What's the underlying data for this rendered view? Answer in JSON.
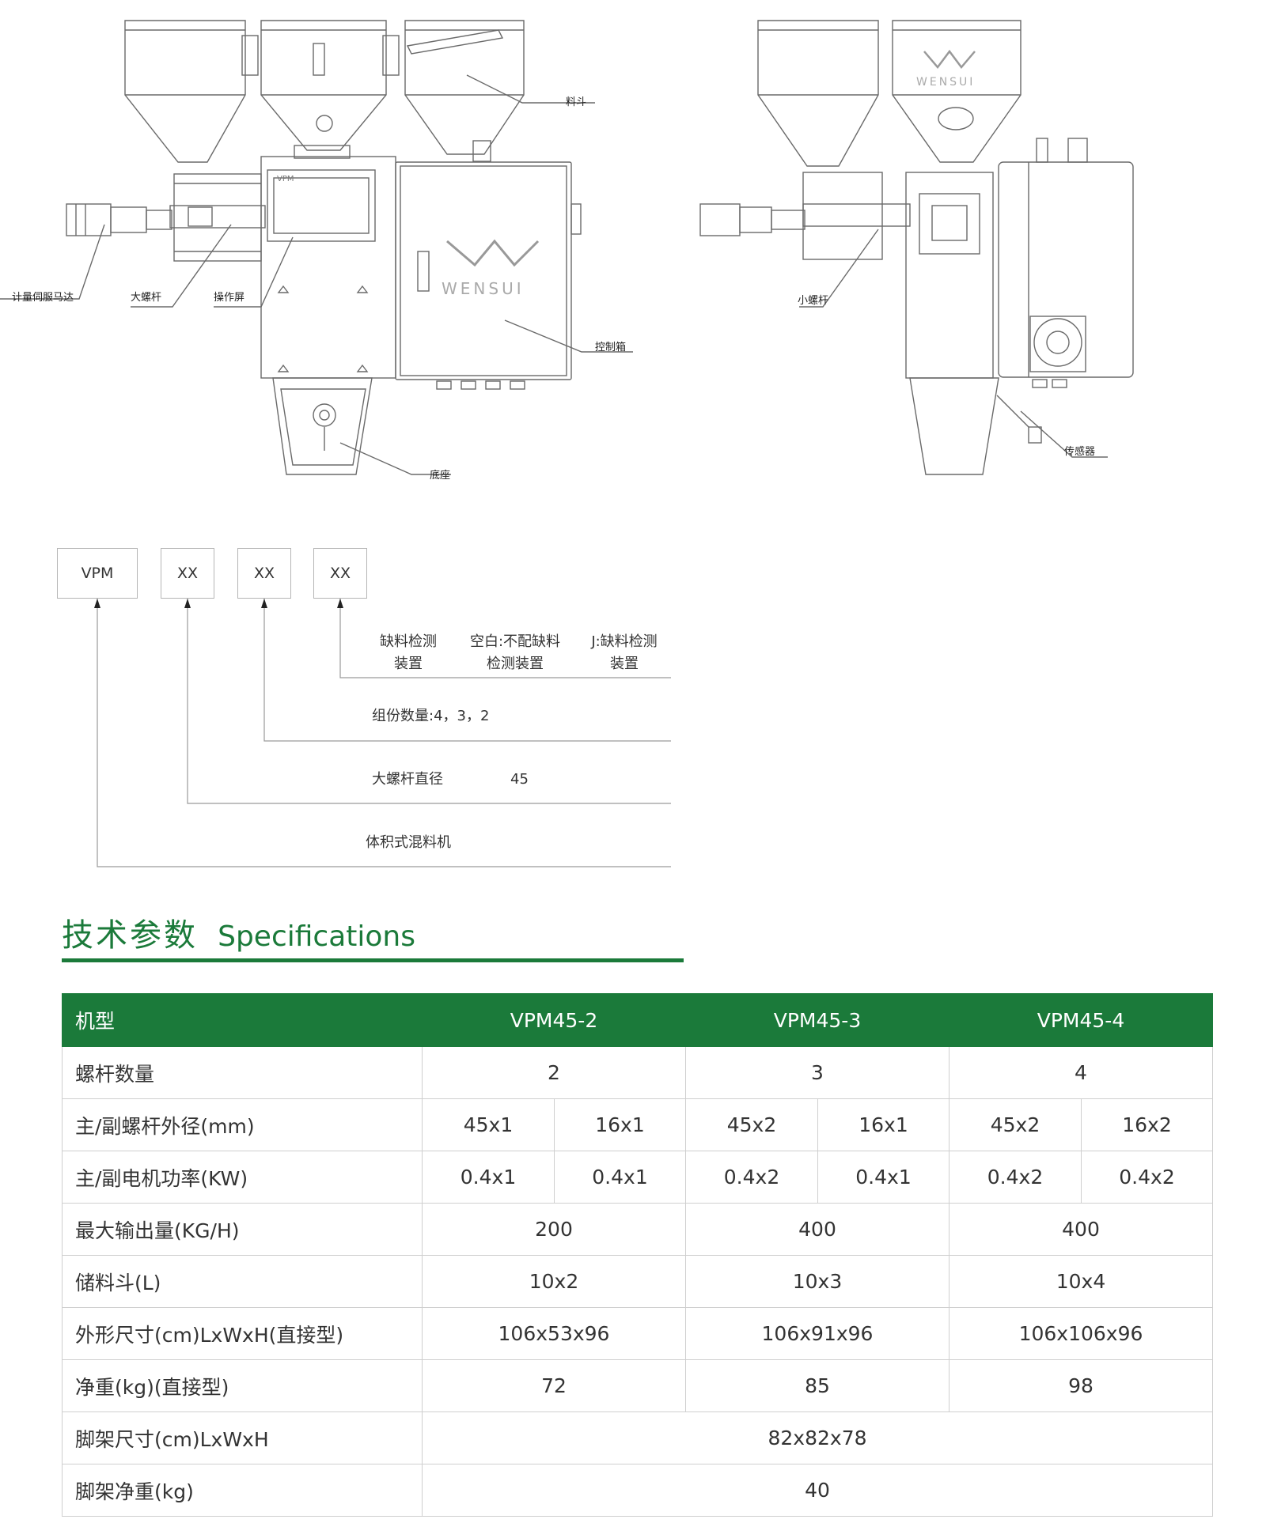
{
  "drawing": {
    "callouts": {
      "hopper": "料斗",
      "servo": "计量伺服马达",
      "big_screw": "大螺杆",
      "screen": "操作屏",
      "control_box": "控制箱",
      "base": "底座",
      "small_screw": "小螺杆",
      "sensor": "传感器"
    },
    "panel_text": "VPM",
    "brand": "WENSUI"
  },
  "model_code": {
    "boxes": [
      "VPM",
      "XX",
      "XX",
      "XX"
    ],
    "detect": {
      "name_line1": "缺料检测",
      "name_line2": "装置",
      "blank_line1": "空白:不配缺料",
      "blank_line2": "检测装置",
      "j_line1": "J:缺料检测",
      "j_line2": "装置"
    },
    "components": "组份数量:4，3，2",
    "screw_label": "大螺杆直径",
    "screw_value": "45",
    "machine": "体积式混料机"
  },
  "specs": {
    "title_cn": "技术参数",
    "title_en": "Specifications",
    "header": [
      "机型",
      "VPM45-2",
      "VPM45-3",
      "VPM45-4"
    ],
    "screw_count": {
      "label": "螺杆数量",
      "values": [
        "2",
        "3",
        "4"
      ]
    },
    "screw_diameter": {
      "label": "主/副螺杆外径(mm)",
      "values": [
        "45x1",
        "16x1",
        "45x2",
        "16x1",
        "45x2",
        "16x2"
      ]
    },
    "motor_power": {
      "label": "主/副电机功率(KW)",
      "values": [
        "0.4x1",
        "0.4x1",
        "0.4x2",
        "0.4x1",
        "0.4x2",
        "0.4x2"
      ]
    },
    "max_output": {
      "label": "最大输出量(KG/H)",
      "values": [
        "200",
        "400",
        "400"
      ]
    },
    "hopper": {
      "label": "储料斗(L)",
      "values": [
        "10x2",
        "10x3",
        "10x4"
      ]
    },
    "dimensions": {
      "label": "外形尺寸(cm)LxWxH(直接型)",
      "values": [
        "106x53x96",
        "106x91x96",
        "106x106x96"
      ]
    },
    "net_weight": {
      "label": "净重(kg)(直接型)",
      "values": [
        "72",
        "85",
        "98"
      ]
    },
    "stand_size": {
      "label": "脚架尺寸(cm)LxWxH",
      "value": "82x82x78"
    },
    "stand_weight": {
      "label": "脚架净重(kg)",
      "value": "40"
    }
  }
}
